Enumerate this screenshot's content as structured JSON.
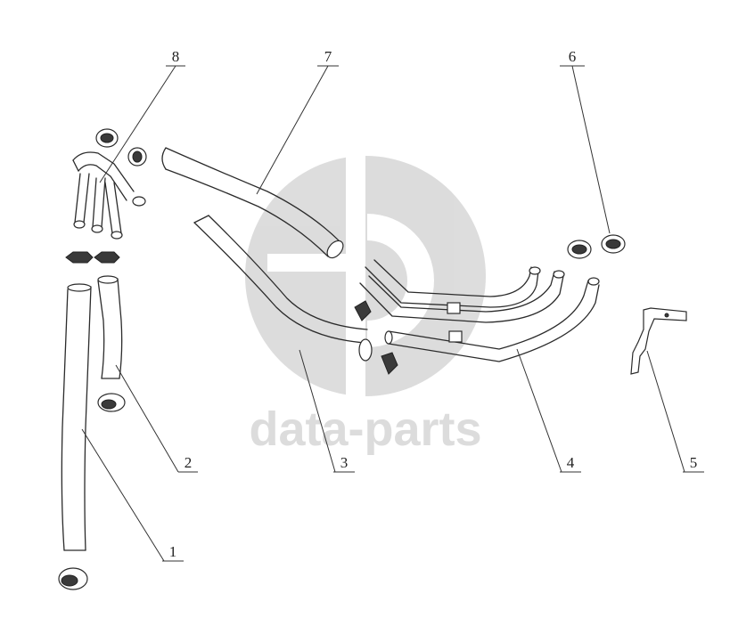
{
  "watermark": {
    "brand_text": "data-parts",
    "logo_color": "#d9d9d9"
  },
  "callouts": {
    "c1": "1",
    "c2": "2",
    "c3": "3",
    "c4": "4",
    "c5": "5",
    "c6": "6",
    "c7": "7",
    "c8": "8"
  }
}
